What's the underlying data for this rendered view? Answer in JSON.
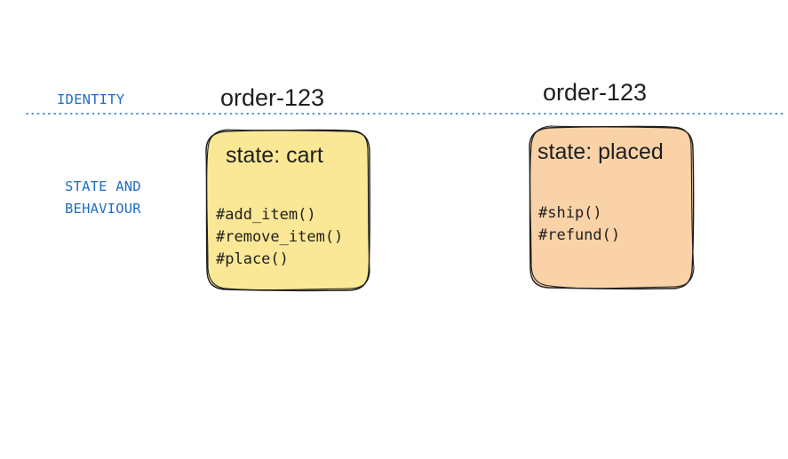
{
  "colors": {
    "label_blue": "#1f6fc1",
    "cart_fill": "#fbe896",
    "placed_fill": "#fad2a7",
    "stroke": "#1e1e1e"
  },
  "labels": {
    "identity": "IDENTITY",
    "state_and_behaviour": "STATE AND\nBEHAVIOUR"
  },
  "objects": [
    {
      "id": "order-123",
      "state": "state: cart",
      "methods": [
        "#add_item()",
        "#remove_item()",
        "#place()"
      ]
    },
    {
      "id": "order-123",
      "state": "state: placed",
      "methods": [
        "#ship()",
        "#refund()"
      ]
    }
  ]
}
